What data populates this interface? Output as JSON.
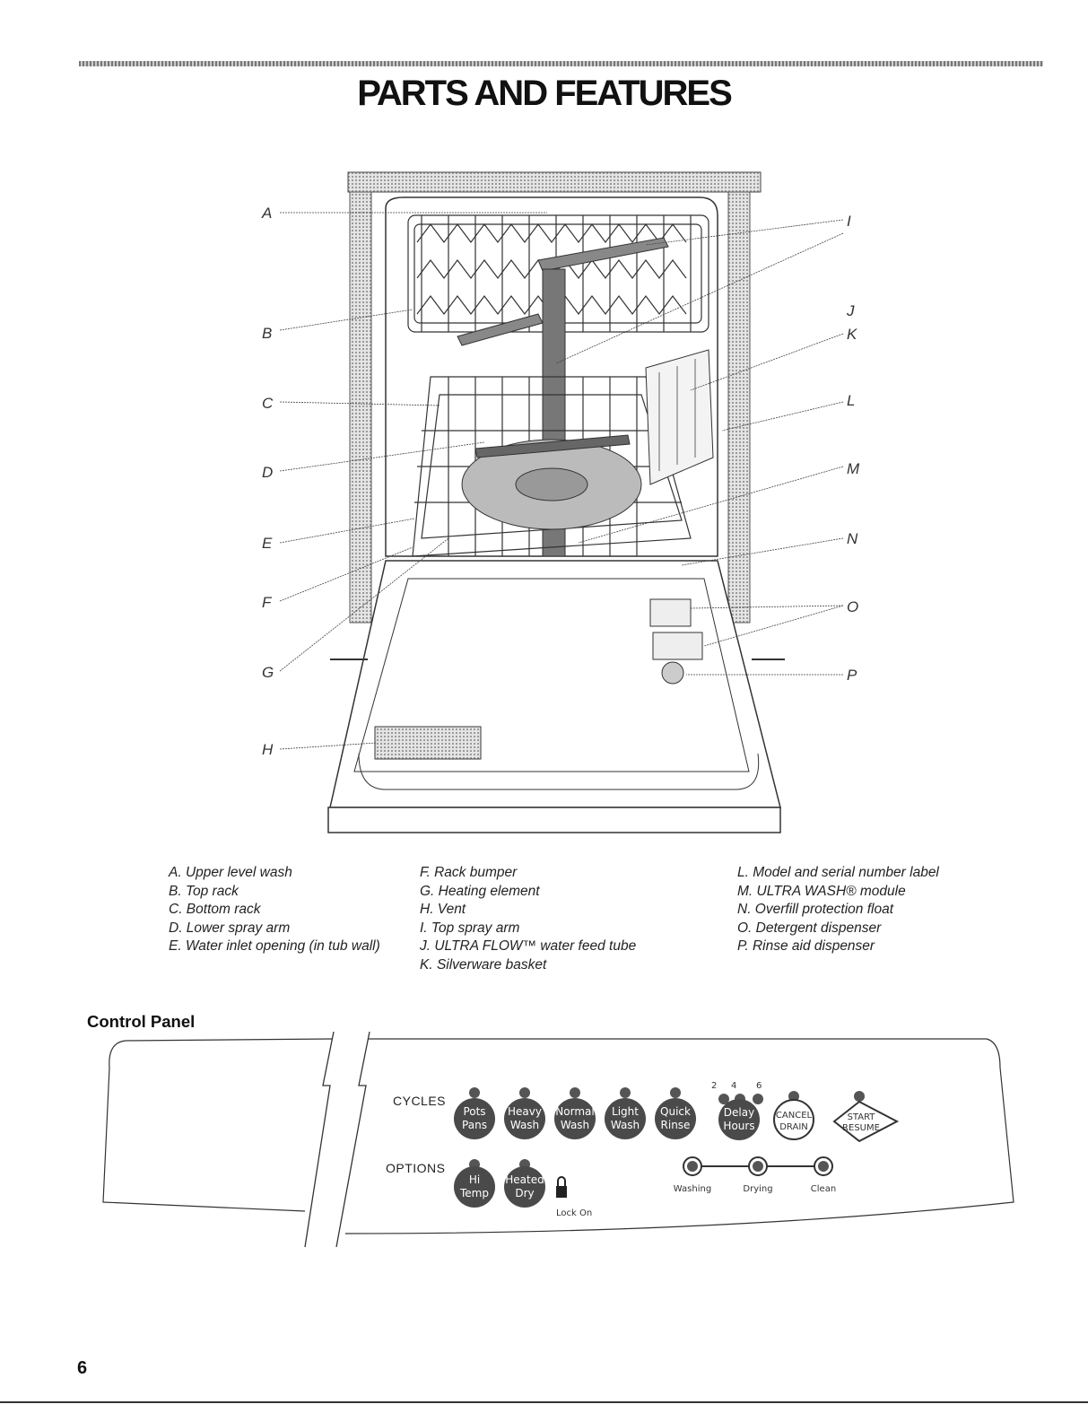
{
  "page_title": "PARTS AND FEATURES",
  "diagram": {
    "callouts_left": [
      "A",
      "B",
      "C",
      "D",
      "E",
      "F",
      "G",
      "H"
    ],
    "callouts_right": [
      "I",
      "J",
      "K",
      "L",
      "M",
      "N",
      "O",
      "P"
    ]
  },
  "legend": {
    "col1": [
      "A. Upper level wash",
      "B. Top rack",
      "C. Bottom rack",
      "D. Lower spray arm",
      "E. Water inlet opening (in tub wall)"
    ],
    "col2": [
      "F. Rack bumper",
      "G. Heating element",
      "H. Vent",
      "I. Top spray arm",
      "J. ULTRA FLOW™ water feed tube",
      "K. Silverware basket"
    ],
    "col3": [
      "L. Model and serial number label",
      "M. ULTRA WASH® module",
      "N. Overfill protection float",
      "O. Detergent dispenser",
      "P. Rinse aid dispenser"
    ]
  },
  "control_panel": {
    "heading": "Control Panel",
    "cycles_label": "CYCLES",
    "options_label": "OPTIONS",
    "cycle_buttons": [
      {
        "line1": "Pots",
        "line2": "Pans"
      },
      {
        "line1": "Heavy",
        "line2": "Wash"
      },
      {
        "line1": "Normal",
        "line2": "Wash"
      },
      {
        "line1": "Light",
        "line2": "Wash"
      },
      {
        "line1": "Quick",
        "line2": "Rinse"
      }
    ],
    "delay_button": {
      "line1": "Delay",
      "line2": "Hours"
    },
    "delay_hours": [
      "2",
      "4",
      "6"
    ],
    "cancel_button": {
      "line1": "CANCEL",
      "line2": "DRAIN"
    },
    "start_button": {
      "line1": "START",
      "line2": "RESUME"
    },
    "option_buttons": [
      {
        "line1": "Hi",
        "line2": "Temp"
      },
      {
        "line1": "Heated",
        "line2": "Dry"
      }
    ],
    "lock_label": "Lock On",
    "status_labels": [
      "Washing",
      "Drying",
      "Clean"
    ]
  },
  "page_number": "6"
}
